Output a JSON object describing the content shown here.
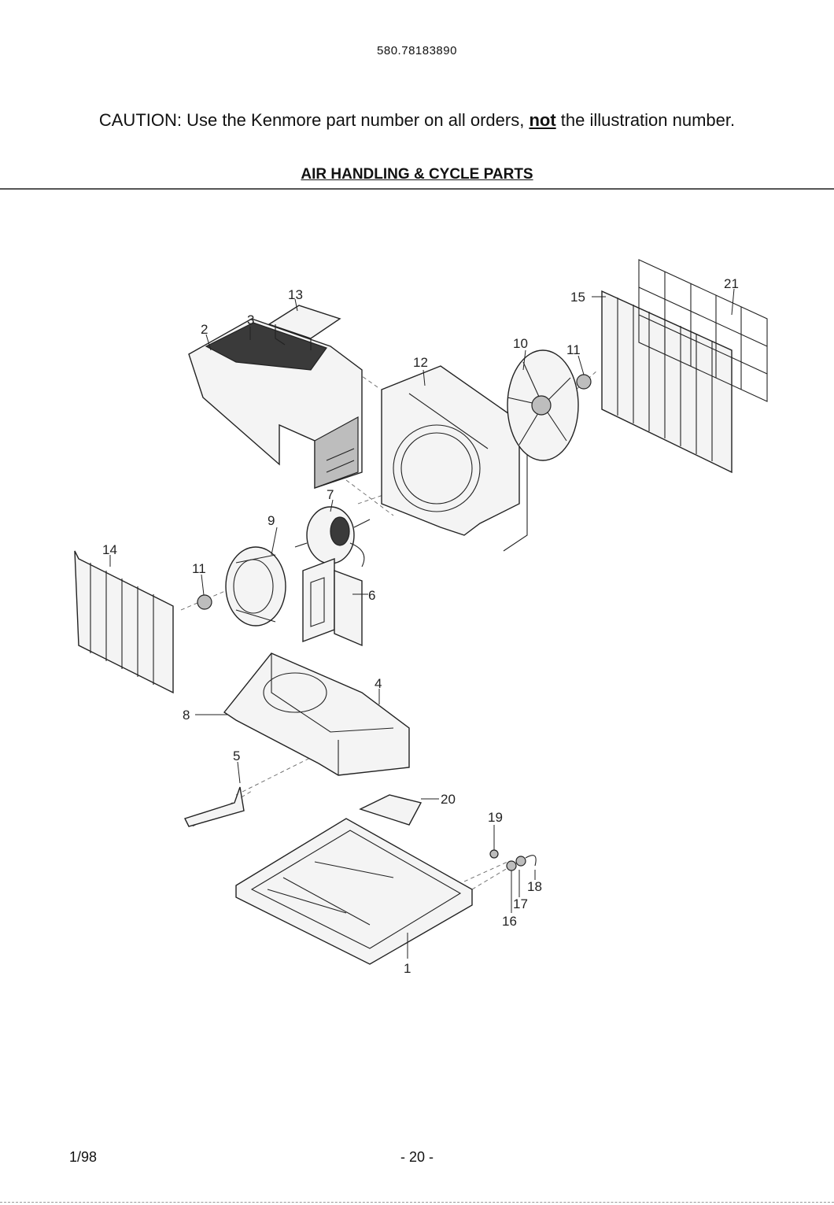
{
  "header": {
    "model_number": "580.78183890",
    "caution_prefix": "CAUTION: Use the Kenmore part number on all orders,",
    "caution_emphasis": "not",
    "caution_suffix": "the illustration number.",
    "section_title": "AIR HANDLING & CYCLE PARTS"
  },
  "callouts": {
    "c1": "1",
    "c2": "2",
    "c3": "3",
    "c4": "4",
    "c5": "5",
    "c6": "6",
    "c7": "7",
    "c8": "8",
    "c9": "9",
    "c10": "10",
    "c11a": "11",
    "c11b": "11",
    "c12": "12",
    "c13": "13",
    "c14": "14",
    "c15": "15",
    "c16": "16",
    "c17": "17",
    "c18": "18",
    "c19": "19",
    "c20": "20",
    "c21": "21"
  },
  "footer": {
    "date": "1/98",
    "page": "- 20 -"
  }
}
